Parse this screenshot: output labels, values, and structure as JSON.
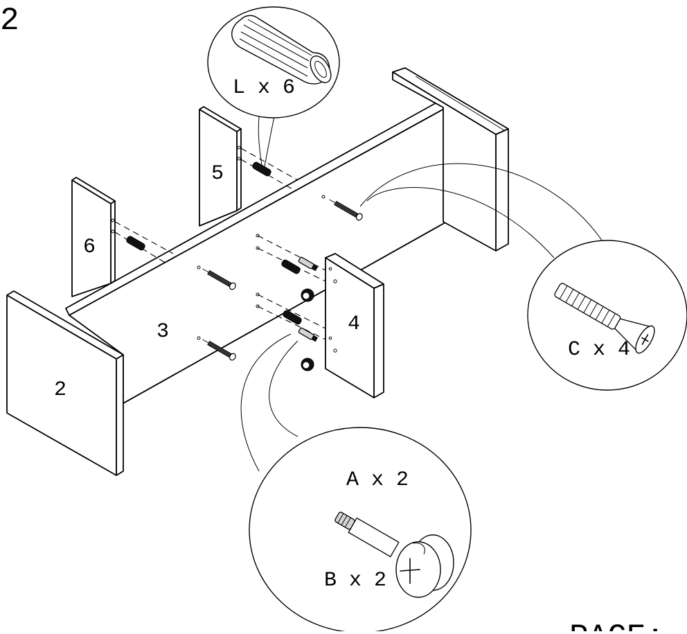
{
  "step_number": "2",
  "page_label": "PAGE:",
  "parts": {
    "panel_2": "2",
    "panel_3": "3",
    "panel_4": "4",
    "panel_5": "5",
    "panel_6": "6"
  },
  "callouts": {
    "dowel": "L x 6",
    "cam_bolt": "A x 2",
    "cam_lock": "B x 2",
    "screw": "C x 4"
  },
  "colors": {
    "ink": "#000000",
    "paper": "#ffffff",
    "hardware_fill": "#111111"
  }
}
